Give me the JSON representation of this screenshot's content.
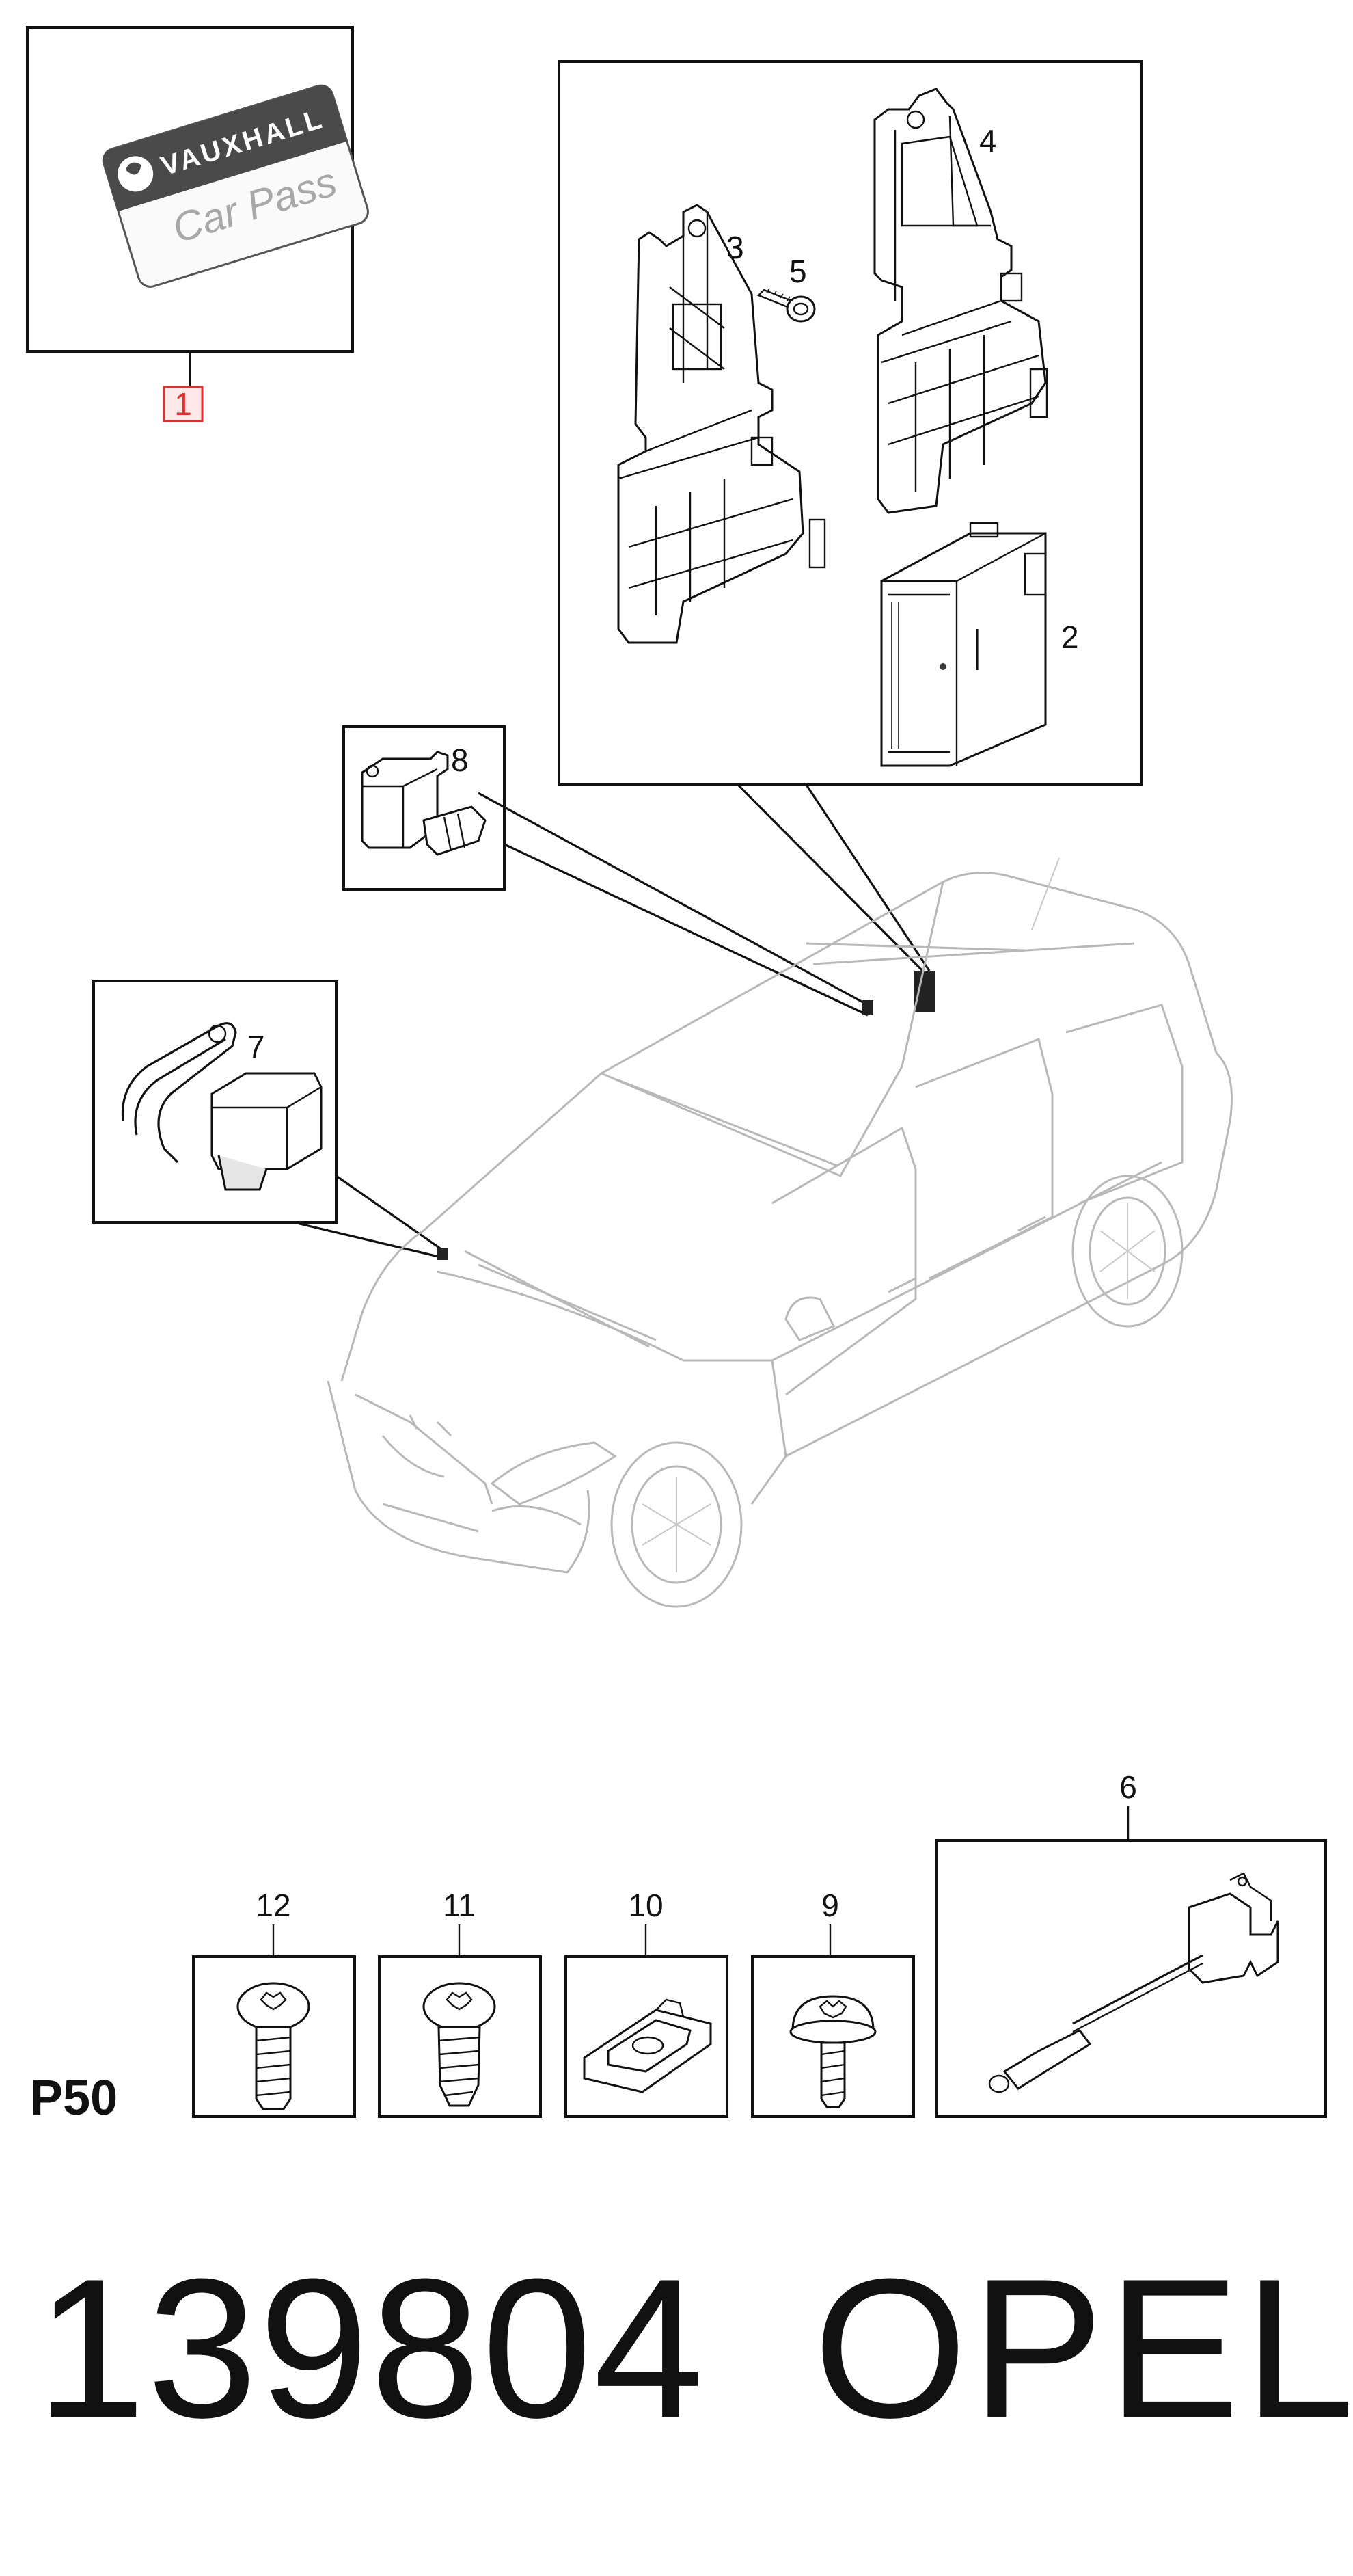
{
  "diagram": {
    "section_code": "P50",
    "part_number": "139804",
    "brand": "OPEL",
    "card": {
      "brand_text": "VAUXHALL",
      "card_text": "Car Pass"
    },
    "callouts": {
      "c1": "1",
      "c2": "2",
      "c3": "3",
      "c4": "4",
      "c5": "5",
      "c6": "6",
      "c7": "7",
      "c8": "8",
      "c9": "9",
      "c10": "10",
      "c11": "11",
      "c12": "12"
    },
    "colors": {
      "line": "#111111",
      "vehicle_outline": "#b8b8b8",
      "highlight_callout": "#e03030",
      "card_band": "#4a4a4a"
    }
  }
}
